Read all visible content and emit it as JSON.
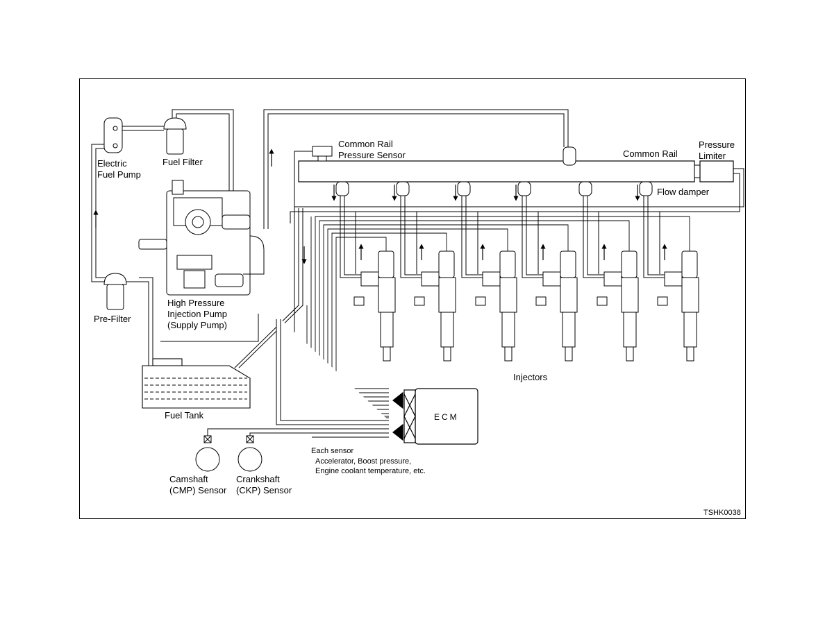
{
  "labels": {
    "electric_fuel_pump": "Electric\nFuel Pump",
    "fuel_filter": "Fuel Filter",
    "common_rail_pressure_sensor": "Common Rail\nPressure Sensor",
    "common_rail": "Common Rail",
    "pressure_limiter": "Pressure\nLimiter",
    "flow_damper": "Flow damper",
    "high_pressure_pump": "High Pressure\nInjection Pump\n(Supply Pump)",
    "pre_filter": "Pre-Filter",
    "fuel_tank": "Fuel Tank",
    "injectors": "Injectors",
    "ecm": "ECM",
    "each_sensor": "Each sensor",
    "sensor_list": "Accelerator, Boost pressure,\nEngine coolant temperature, etc.",
    "camshaft_sensor": "Camshaft\n(CMP) Sensor",
    "crankshaft_sensor": "Crankshaft\n(CKP) Sensor",
    "figure_code": "TSHK0038"
  },
  "injector_count": 6
}
